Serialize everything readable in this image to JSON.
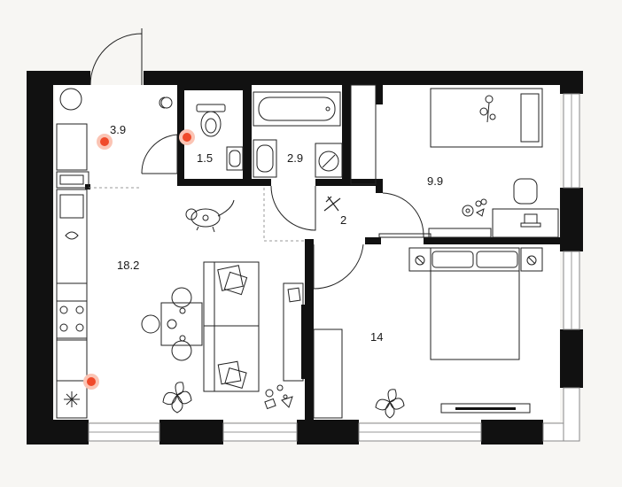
{
  "plan": {
    "background": "#f7f6f3",
    "wall_color": "#111111",
    "marker_color": "#f04a2a",
    "marker_halo_color": "#f9b8a6",
    "rooms": [
      {
        "id": "hall",
        "area": "3.9"
      },
      {
        "id": "wc",
        "area": "1.5"
      },
      {
        "id": "bathroom",
        "area": "2.9"
      },
      {
        "id": "corridor",
        "area": "2"
      },
      {
        "id": "bedroom-small",
        "area": "9.9"
      },
      {
        "id": "kitchen-living",
        "area": "18.2"
      },
      {
        "id": "bedroom-large",
        "area": "14"
      }
    ],
    "markers": [
      {
        "id": "hall-point"
      },
      {
        "id": "wc-door-point"
      },
      {
        "id": "kitchen-point"
      }
    ],
    "icons": [
      "cat-icon",
      "toy-plane-icon",
      "toys-icon",
      "rocking-horse-icon",
      "plant-icon",
      "crib-icon",
      "bathtub-icon",
      "toilet-icon",
      "washing-machine-icon",
      "sink-icon",
      "stove-icon",
      "dining-table-icon",
      "sofa-icon",
      "bed-icon",
      "desk-icon",
      "tv-stand-icon"
    ]
  }
}
